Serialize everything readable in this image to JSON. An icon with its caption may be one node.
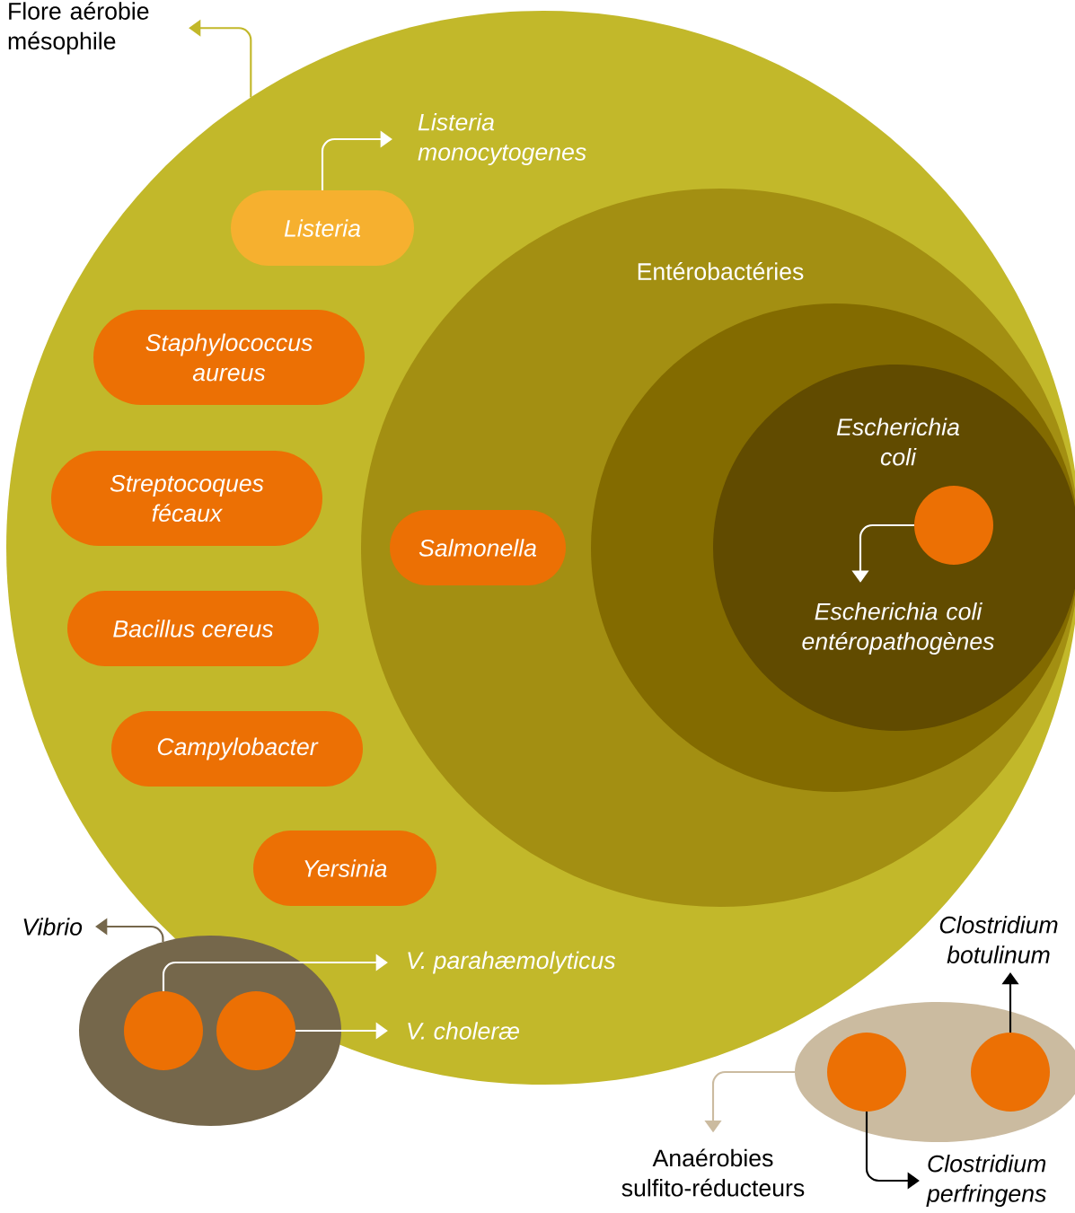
{
  "diagram": {
    "nodes": [
      {
        "text": [],
        "shape": "circle"
      },
      {
        "text": [
          "Flore aérobie mésophile"
        ]
      },
      {
        "text": [
          "Listeria"
        ],
        "in": 0
      },
      {
        "text": [
          "Listeria monocytogenes"
        ],
        "in": 0
      },
      {
        "text": [
          "Staphylococcus aureus"
        ],
        "in": 0
      },
      {
        "text": [
          "Streptocoques fécaux"
        ],
        "in": 0
      },
      {
        "text": [
          "Bacillus cereus"
        ],
        "in": 0
      },
      {
        "text": [
          "Campylobacter"
        ],
        "in": 0
      },
      {
        "text": [
          "Yersinia"
        ],
        "in": 0
      },
      {
        "text": [
          "Entérobactéries"
        ],
        "in": 0
      },
      {
        "text": [
          "Salmonella"
        ],
        "in": 9
      },
      {
        "text": [],
        "shape": "circle",
        "in": 9
      },
      {
        "text": [
          "Escherichia coli"
        ],
        "in": 11
      },
      {
        "text": [],
        "shape": "circle",
        "in": 12
      },
      {
        "text": [
          "Escherichia coli entéropathogènes"
        ],
        "in": 12
      },
      {
        "text": [],
        "shape": "ellipse"
      },
      {
        "text": [
          "Vibrio"
        ]
      },
      {
        "text": [],
        "shape": "circle",
        "in": 15
      },
      {
        "text": [],
        "shape": "circle",
        "in": 15
      },
      {
        "text": [
          "V. parahæmolyticus"
        ],
        "in": 0
      },
      {
        "text": [
          "V. choleræ"
        ],
        "in": 0
      },
      {
        "text": [],
        "shape": "ellipse"
      },
      {
        "text": [],
        "shape": "circle",
        "in": 21
      },
      {
        "text": [],
        "shape": "circle",
        "in": 21
      },
      {
        "text": [
          "Clostridium botulinum"
        ]
      },
      {
        "text": [
          "Anaérobies sulfito-réducteurs"
        ]
      },
      {
        "text": [
          "Clostridium perfringens"
        ]
      }
    ],
    "edges": [
      {
        "from": 0,
        "to": 1,
        "arrow": "to",
        "color": "#c2b82a"
      },
      {
        "from": 2,
        "to": 3,
        "arrow": "to"
      },
      {
        "from": 13,
        "to": 14,
        "arrow": "to"
      },
      {
        "from": 15,
        "to": 16,
        "arrow": "to",
        "color": "#75674b"
      },
      {
        "from": 17,
        "to": 19,
        "arrow": "to"
      },
      {
        "from": 18,
        "to": 20,
        "arrow": "to"
      },
      {
        "from": 23,
        "to": 24,
        "arrow": "to",
        "color": "#000000"
      },
      {
        "from": 21,
        "to": 25,
        "arrow": "to",
        "color": "#cbbba0"
      },
      {
        "from": 22,
        "to": 26,
        "arrow": "to",
        "color": "#000000"
      }
    ]
  }
}
